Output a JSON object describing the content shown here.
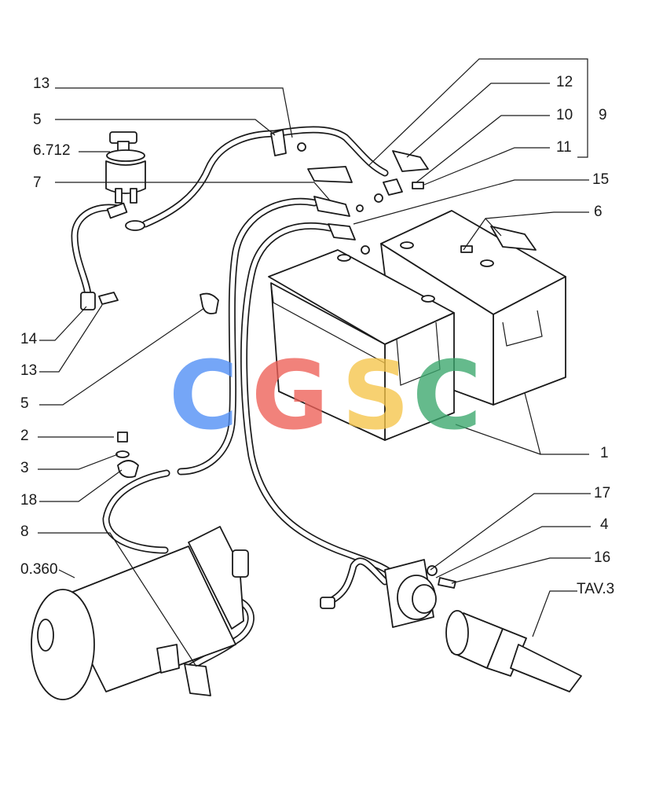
{
  "callouts": {
    "c13a": "13",
    "c5a": "5",
    "c6712": "6.712",
    "c7": "7",
    "c14": "14",
    "c13b": "13",
    "c5b": "5",
    "c2": "2",
    "c3": "3",
    "c18": "18",
    "c8": "8",
    "c0360": "0.360",
    "c12": "12",
    "c10": "10",
    "c9": "9",
    "c11": "11",
    "c15": "15",
    "c6": "6",
    "c1": "1",
    "c17": "17",
    "c4": "4",
    "c16": "16",
    "ctav3": "TAV.3"
  },
  "watermark": {
    "letters": [
      "C",
      "G",
      "S",
      "C"
    ],
    "colors": [
      "#4f8ef5",
      "#ee5f57",
      "#f6c54a",
      "#3aa76d"
    ]
  }
}
